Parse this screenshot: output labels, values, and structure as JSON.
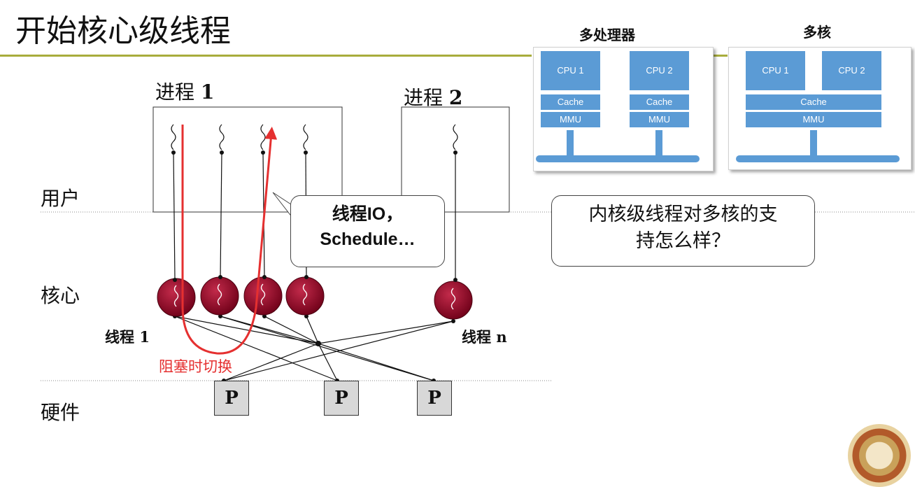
{
  "title": "开始核心级线程",
  "layers": {
    "user": "用户",
    "kernel": "核心",
    "hardware": "硬件"
  },
  "processes": [
    {
      "name": "进程",
      "num": "1"
    },
    {
      "name": "进程",
      "num": "2"
    }
  ],
  "thread_labels": {
    "first_name": "线程",
    "first_num": "1",
    "last_name": "线程",
    "last_num": "n"
  },
  "switch_label": "阻塞时切换",
  "callout_io": {
    "line1": "线程IO，",
    "line2": "Schedule…"
  },
  "question": {
    "line1": "内核级线程对多核的支",
    "line2": "持怎么样？"
  },
  "processors": [
    "P",
    "P",
    "P"
  ],
  "multiprocessor": {
    "title": "多处理器",
    "cpus": [
      "CPU 1",
      "CPU 2"
    ],
    "cache": "Cache",
    "mmu": "MMU"
  },
  "multicore": {
    "title": "多核",
    "cpus": [
      "CPU 1",
      "CPU 2"
    ],
    "cache": "Cache",
    "mmu": "MMU"
  },
  "colors": {
    "thread_circle": "#8b0a2a",
    "switch_arrow": "#e53030",
    "accent_rule": "#a8ad3c",
    "hw_blue": "#5b9bd5"
  }
}
